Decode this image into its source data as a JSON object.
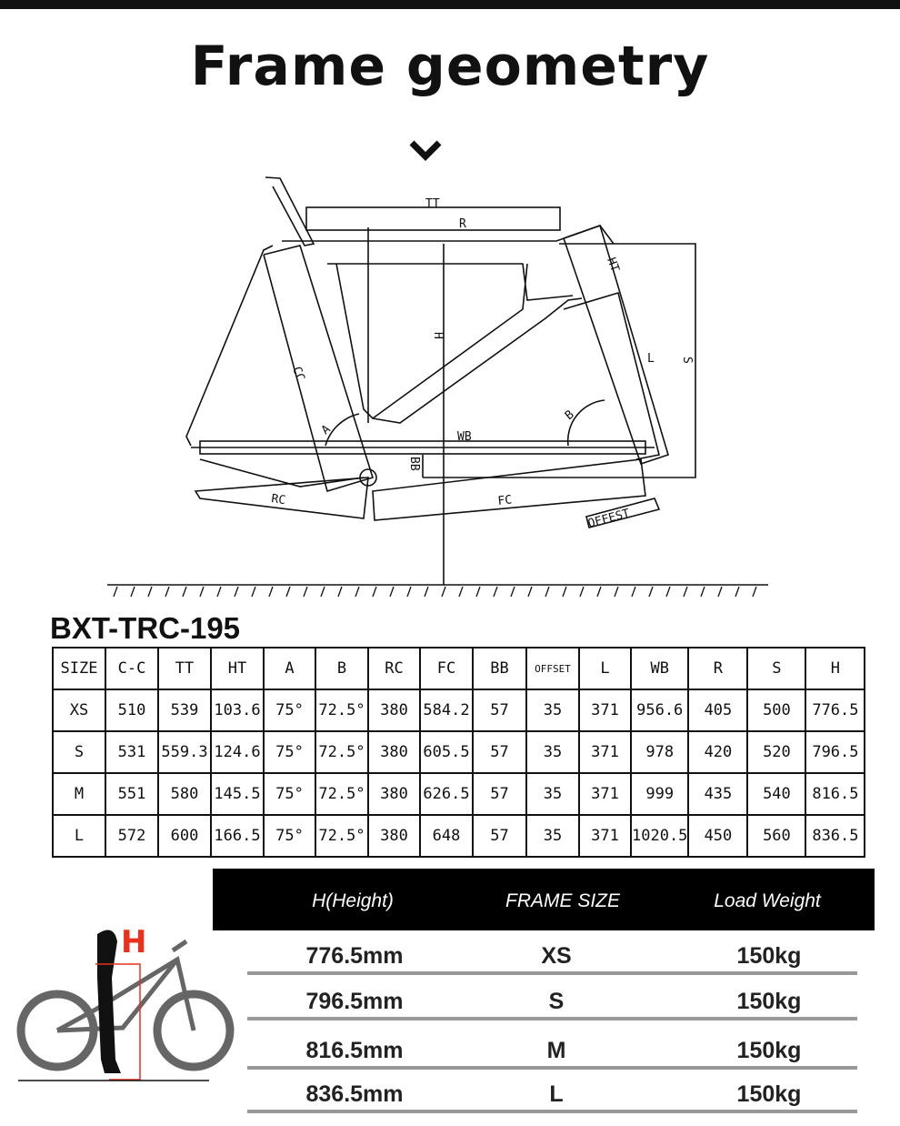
{
  "title": "Frame geometry",
  "diagram_labels": {
    "tt": "TT",
    "r": "R",
    "ht": "HT",
    "h": "H",
    "s": "S",
    "cc": "CC",
    "a": "A",
    "b": "B",
    "wb": "WB",
    "bb": "BB",
    "rc": "RC",
    "fc": "FC",
    "offset": "OFFEST",
    "l": "L"
  },
  "model": "BXT-TRC-195",
  "table": {
    "headers": [
      "SIZE",
      "C-C",
      "TT",
      "HT",
      "A",
      "B",
      "RC",
      "FC",
      "BB",
      "OFFSET",
      "L",
      "WB",
      "R",
      "S",
      "H"
    ],
    "rows": [
      [
        "XS",
        "510",
        "539",
        "103.6",
        "75°",
        "72.5°",
        "380",
        "584.2",
        "57",
        "35",
        "371",
        "956.6",
        "405",
        "500",
        "776.5"
      ],
      [
        "S",
        "531",
        "559.3",
        "124.6",
        "75°",
        "72.5°",
        "380",
        "605.5",
        "57",
        "35",
        "371",
        "978",
        "420",
        "520",
        "796.5"
      ],
      [
        "M",
        "551",
        "580",
        "145.5",
        "75°",
        "72.5°",
        "380",
        "626.5",
        "57",
        "35",
        "371",
        "999",
        "435",
        "540",
        "816.5"
      ],
      [
        "L",
        "572",
        "600",
        "166.5",
        "75°",
        "72.5°",
        "380",
        "648",
        "57",
        "35",
        "371",
        "1020.5",
        "450",
        "560",
        "836.5"
      ]
    ]
  },
  "fit": {
    "h_marker": "H",
    "headers": {
      "height": "H(Height)",
      "frame_size": "FRAME SIZE",
      "load": "Load Weight"
    },
    "rows": [
      {
        "height": "776.5mm",
        "size": "XS",
        "load": "150kg"
      },
      {
        "height": "796.5mm",
        "size": "S",
        "load": "150kg"
      },
      {
        "height": "816.5mm",
        "size": "M",
        "load": "150kg"
      },
      {
        "height": "836.5mm",
        "size": "L",
        "load": "150kg"
      }
    ]
  },
  "colors": {
    "accent": "#e8321e",
    "header_bg": "#000000",
    "divider": "#999999"
  }
}
